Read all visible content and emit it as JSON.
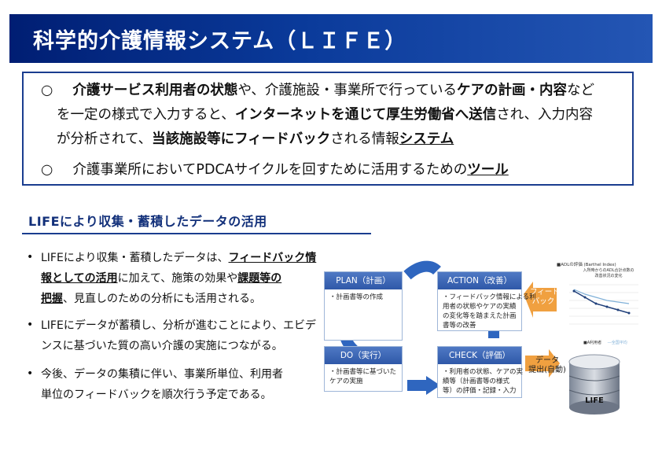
{
  "header": {
    "title": "科学的介護情報システム（ＬＩＦＥ）"
  },
  "summary": {
    "line1": {
      "marker": "○",
      "p1": "介護サービス利用者の状態",
      "p2": "や、介護施設・事業所で行っている",
      "p3": "ケアの計画・内容",
      "p4": "など"
    },
    "line2": {
      "p1": "を一定の様式で入力すると、",
      "p2": "インターネットを通じて厚生労働省へ送信",
      "p3": "され、入力内容"
    },
    "line3": {
      "p1": "が分析されて、",
      "p2": "当該施設等にフィードバック",
      "p3": "される情報",
      "p4": "システム"
    },
    "line4": {
      "marker": "○",
      "p1": "介護事業所においてPDCAサイクルを回すために活用するための",
      "p2": "ツール"
    }
  },
  "section": {
    "heading": "LIFEにより収集・蓄積したデータの活用"
  },
  "bullets": {
    "marker": "•",
    "b1": {
      "l1a": "LIFEにより収集・蓄積したデータは、",
      "l1b": "フィードバック情",
      "l2a": "報としての活用",
      "l2b": "に加えて、施策の効果や",
      "l2c": "課題等の",
      "l3a": "把握",
      "l3b": "、見直しのための分析にも活用される。"
    },
    "b2": {
      "l1": "LIFEにデータが蓄積し、分析が進むことにより、エビデ",
      "l2": "ンスに基づいた質の高い介護の実施につながる。"
    },
    "b3": {
      "l1": "今後、データの集積に伴い、事業所単位、利用者",
      "l2": "単位のフィードバックを順次行う予定である。"
    }
  },
  "diagram": {
    "plan": {
      "head": "PLAN（計画）",
      "items": [
        "・計画書等の作成"
      ]
    },
    "do": {
      "head": "DO（実行）",
      "items": [
        "・計画書等に基づいた",
        "  ケアの実施"
      ]
    },
    "check": {
      "head": "CHECK（評価）",
      "items": [
        "・利用者の状態、ケアの実",
        "  績等（計画書等の様式",
        "  等）の評価・記録・入力"
      ]
    },
    "action": {
      "head": "ACTION（改善）",
      "items": [
        "・フィードバック情報による利",
        "  用者の状態やケアの実績",
        "  の変化等を踏まえた計画",
        "  書等の改善"
      ]
    },
    "feedback_label": [
      "フィード",
      "バック"
    ],
    "submit_label": [
      "データ",
      "提出(自動)"
    ],
    "db_label": "LIFE",
    "mini_chart": {
      "title": "■ADLの評価 (Barthel Index)",
      "subtitle": [
        "入所時からのADL合計点数の",
        "改善状況の変化"
      ],
      "legend": [
        "■A利用者",
        "―全国平均"
      ],
      "colors": {
        "series1": "#1f3f7a",
        "series2": "#7fb0d8"
      }
    }
  },
  "colors": {
    "brand": "#1a3d8f",
    "arrow": "#f0a040",
    "stage_head": "#3a63b2"
  }
}
